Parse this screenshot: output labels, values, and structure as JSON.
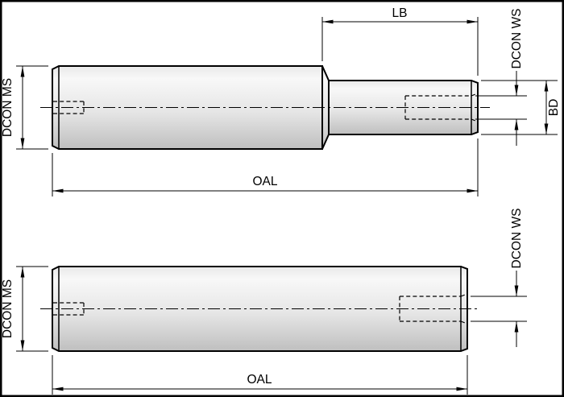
{
  "colors": {
    "line": "#000000",
    "background": "#ffffff",
    "body_highlight": "#f8f8f8",
    "body_mid": "#e6e6e6",
    "body_shadow": "#bfbfbf"
  },
  "labels": {
    "top_view": {
      "body_length": "LB",
      "connection_diameter_workpiece_side": "DCON WS",
      "connection_diameter_machine_side": "DCON MS",
      "body_diameter": "BD",
      "overall_length": "OAL"
    },
    "bottom_view": {
      "connection_diameter_workpiece_side": "DCON WS",
      "connection_diameter_machine_side": "DCON MS",
      "overall_length": "OAL"
    }
  }
}
